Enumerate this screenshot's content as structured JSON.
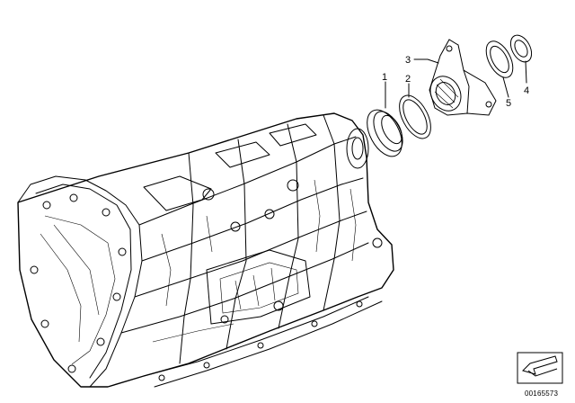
{
  "callouts": [
    {
      "id": "1",
      "label": "1"
    },
    {
      "id": "2",
      "label": "2"
    },
    {
      "id": "3",
      "label": "3"
    },
    {
      "id": "4",
      "label": "4"
    },
    {
      "id": "5",
      "label": "5"
    }
  ],
  "doc_id": "00165573",
  "icons": {
    "nav_arrow": "arrow-icon"
  }
}
